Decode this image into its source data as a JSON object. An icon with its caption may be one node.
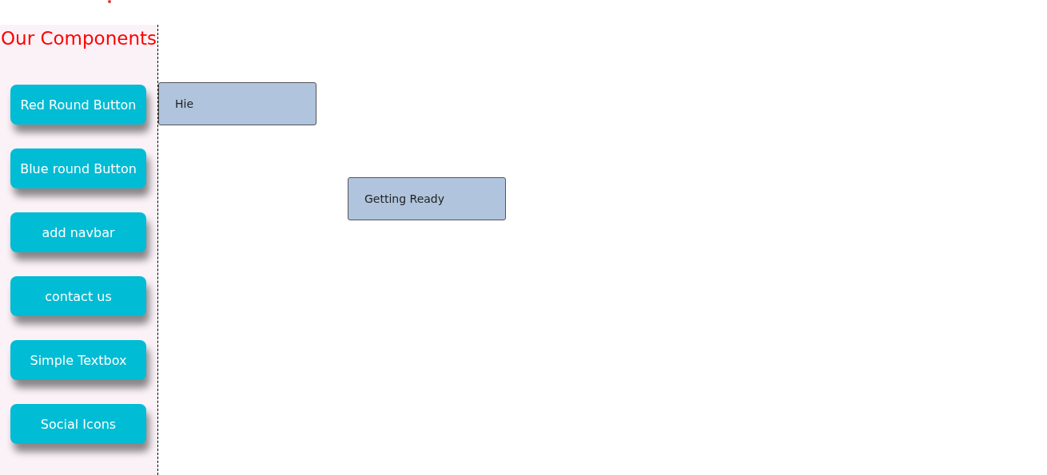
{
  "diagram": {
    "nodes": [
      {
        "text": [
          "Our Components"
        ]
      },
      {
        "text": [
          "Red Round Button"
        ],
        "in": 0
      },
      {
        "text": [
          "Blue round Button"
        ],
        "in": 0
      },
      {
        "text": [
          "add navbar"
        ],
        "in": 0
      },
      {
        "text": [
          "contact us"
        ],
        "in": 0
      },
      {
        "text": [
          "Simple Textbox"
        ],
        "in": 0
      },
      {
        "text": [
          "Social Icons"
        ],
        "in": 0
      },
      {
        "text": [
          "Hie"
        ]
      },
      {
        "text": [
          "Getting Ready"
        ]
      }
    ],
    "edges": []
  }
}
